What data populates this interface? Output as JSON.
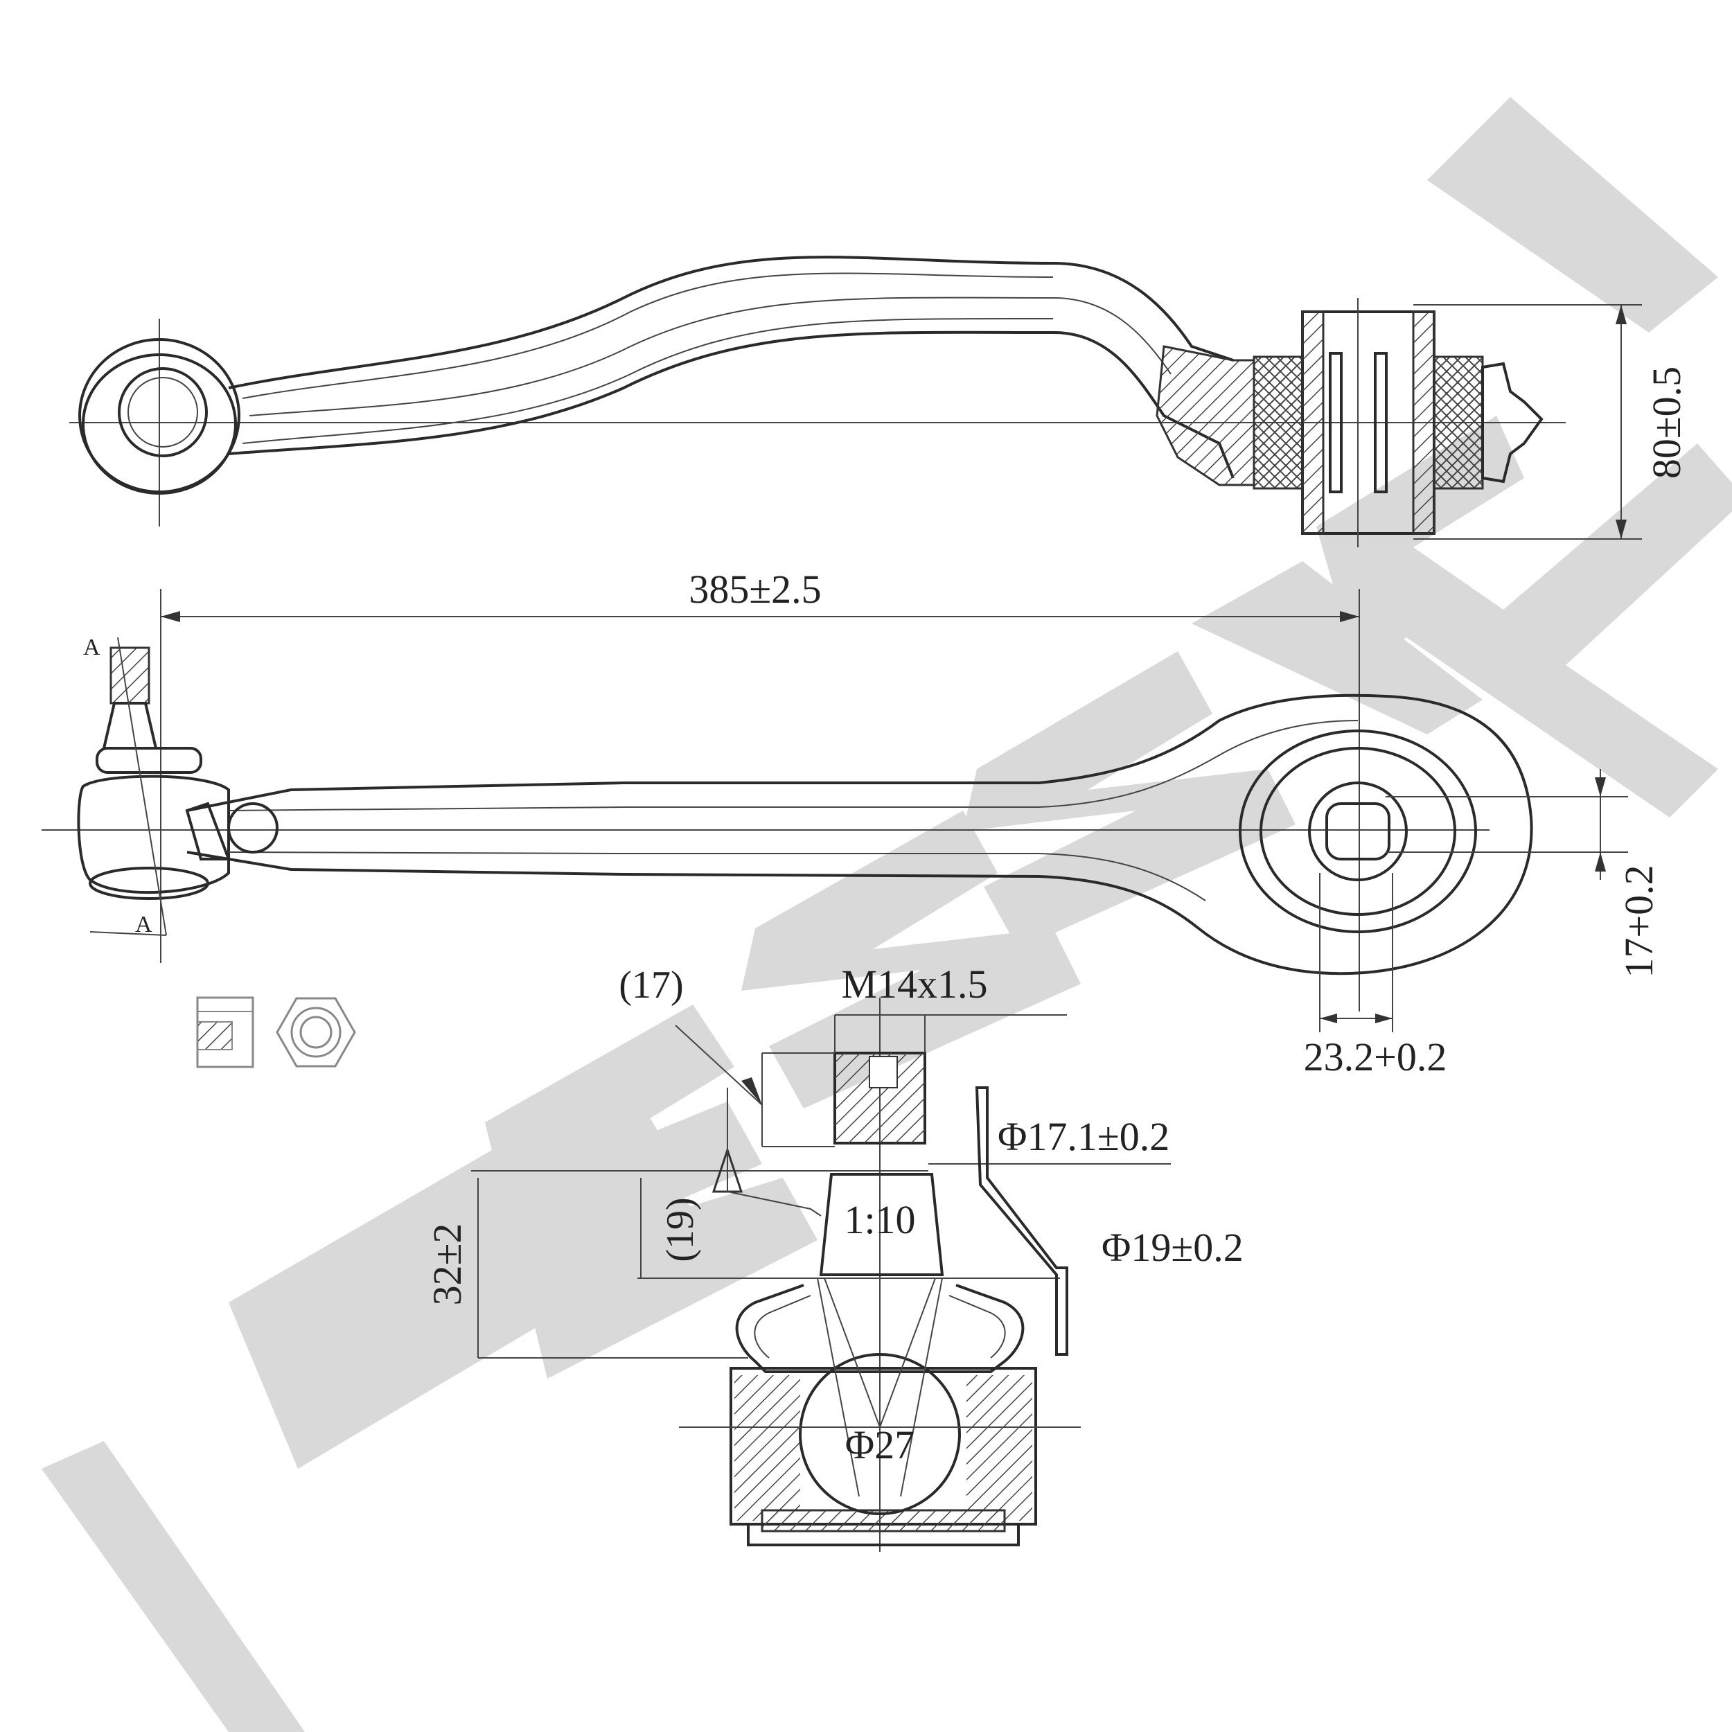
{
  "watermark": {
    "text": "ZENNIK",
    "color": "#d9d9d9"
  },
  "dimensions": {
    "length": "385±2.5",
    "height": "80±0.5",
    "offset": "17+0.2",
    "bushing_width": "23.2+0.2",
    "thread": "M14x1.5",
    "nut_size": "(17)",
    "cone_length": "(19)",
    "taper": "1:10",
    "pin_height": "32±2",
    "dia_top": "Φ17.1±0.2",
    "dia_bottom": "Φ19±0.2",
    "ball_dia": "Φ27"
  },
  "section_marks": {
    "top": "A",
    "bottom": "A"
  }
}
